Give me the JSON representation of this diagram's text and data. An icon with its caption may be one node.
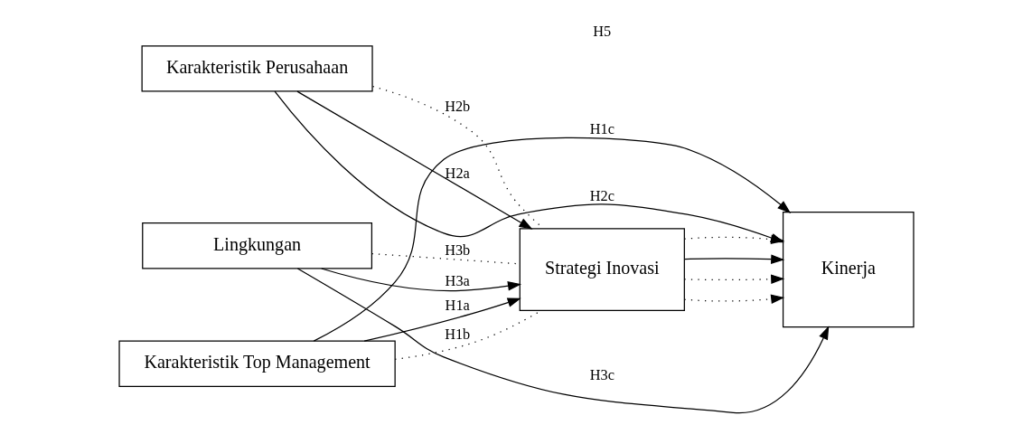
{
  "diagram": {
    "nodes": [
      {
        "text": [
          "Karakteristik Top Management"
        ]
      },
      {
        "text": [
          "Karakteristik Perusahaan"
        ]
      },
      {
        "text": [
          "Lingkungan"
        ]
      },
      {
        "text": [
          "Strategi Inovasi"
        ]
      },
      {
        "text": [
          "Kinerja"
        ]
      }
    ],
    "edges": [
      {
        "from": 0,
        "to": 4,
        "arrow": "to",
        "label": "H1c"
      },
      {
        "from": 0,
        "to": 3,
        "arrow": "to",
        "label": "H1a"
      },
      {
        "from": 0,
        "to": 3,
        "arrow": "none",
        "style": "dashed",
        "label": "H1b"
      },
      {
        "from": 1,
        "to": 3,
        "arrow": "none",
        "style": "dashed",
        "label": "H2b"
      },
      {
        "from": 1,
        "to": 3,
        "arrow": "to",
        "label": "H2a"
      },
      {
        "from": 1,
        "to": 4,
        "arrow": "to",
        "label": "H2c"
      },
      {
        "from": 2,
        "to": 3,
        "arrow": "none",
        "style": "dashed",
        "label": "H3b"
      },
      {
        "from": 2,
        "to": 3,
        "arrow": "to",
        "label": "H3a"
      },
      {
        "from": 2,
        "to": 4,
        "arrow": "to",
        "label": "H3c"
      },
      {
        "from": 3,
        "to": 4,
        "arrow": "to",
        "style": "dashed"
      },
      {
        "from": 3,
        "to": 4,
        "arrow": "to",
        "style": "dashed"
      },
      {
        "from": 3,
        "to": 4,
        "arrow": "to"
      },
      {
        "from": 3,
        "to": 4,
        "arrow": "to",
        "style": "dashed"
      }
    ],
    "labels": [
      "H5"
    ]
  }
}
